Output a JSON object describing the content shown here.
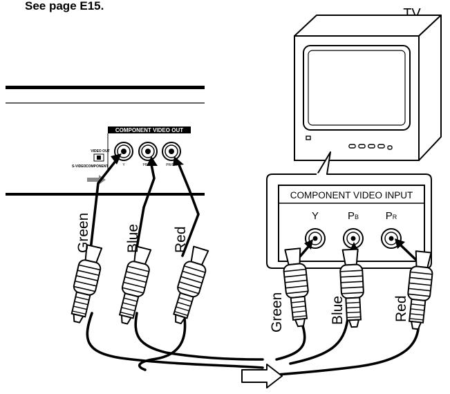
{
  "reference_text": "See page E15.",
  "tv_label": "TV",
  "player_panel": {
    "title": "COMPONENT VIDEO OUT",
    "switch_title": "VIDEO OUT",
    "switch_options": [
      "S-VIDEO",
      "COMPONENT"
    ],
    "jack_labels": [
      "Y",
      "PB/CB",
      "PR/CR"
    ]
  },
  "tv_panel": {
    "title": "COMPONENT VIDEO INPUT",
    "jacks": [
      {
        "letter": "Y",
        "sub": ""
      },
      {
        "letter": "P",
        "sub": "B"
      },
      {
        "letter": "P",
        "sub": "R"
      }
    ]
  },
  "cable_labels_left": [
    "Green",
    "Blue",
    "Red"
  ],
  "cable_labels_right": [
    "Green",
    "Blue",
    "Red"
  ]
}
